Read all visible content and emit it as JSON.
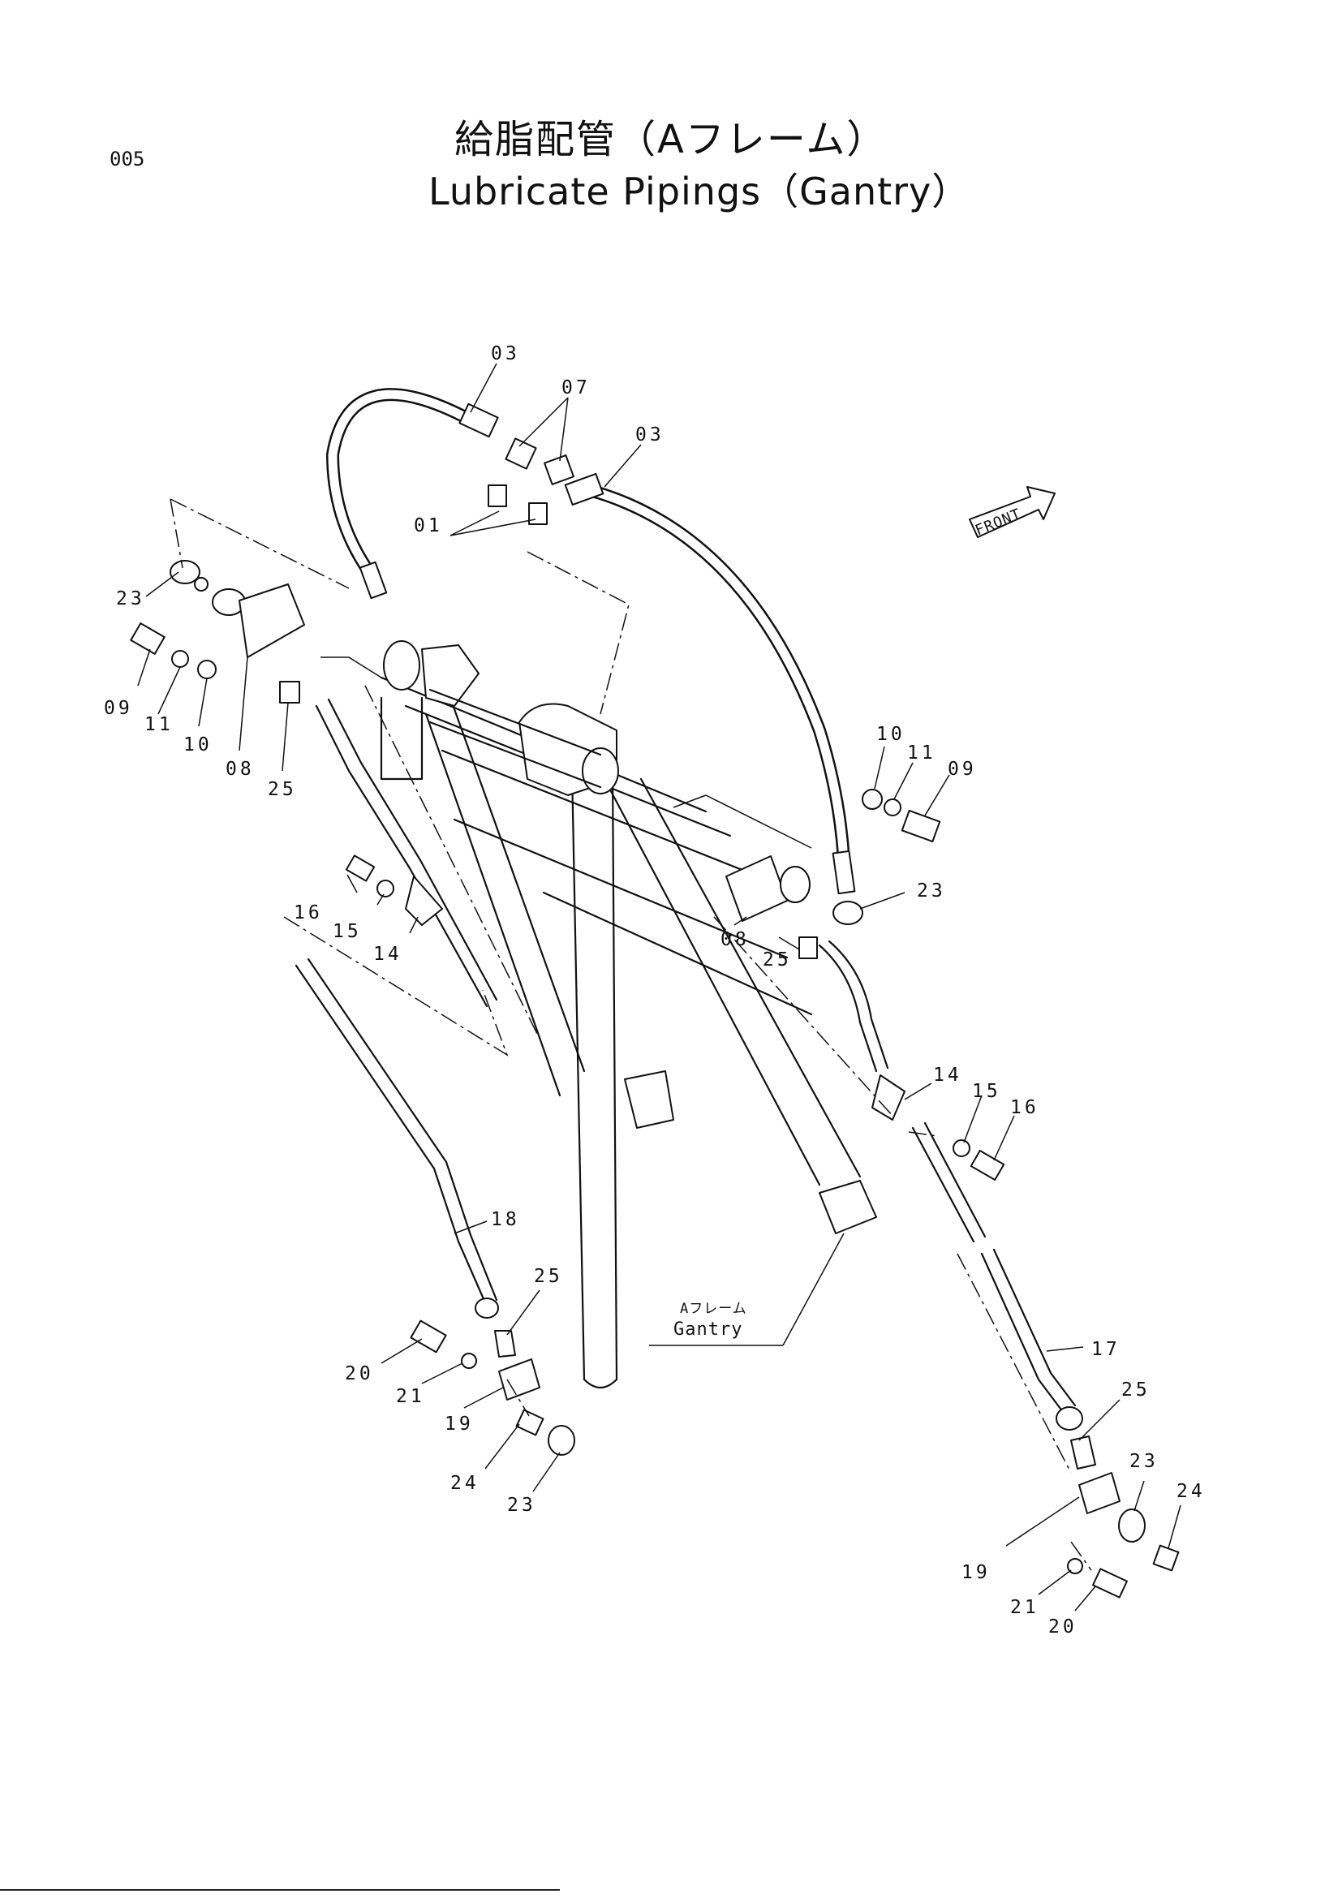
{
  "page_number": "005",
  "title_jp": "給脂配管（Aフレーム）",
  "title_en": "Lubricate  Pipings（Gantry）",
  "front_label": "FRONT",
  "gantry_label_jp": "Aフレーム",
  "gantry_label_en": "Gantry",
  "callouts": {
    "c03a": "03",
    "c07": "07",
    "c03b": "03",
    "c01": "01",
    "c23a": "23",
    "c09a": "09",
    "c11a": "11",
    "c10a": "10",
    "c08a": "08",
    "c25a": "25",
    "c10b": "10",
    "c11b": "11",
    "c09b": "09",
    "c23b": "23",
    "c08b": "08",
    "c25b": "25",
    "c16a": "16",
    "c15a": "15",
    "c14a": "14",
    "c14b": "14",
    "c15b": "15",
    "c16b": "16",
    "c18": "18",
    "c25c": "25",
    "c20a": "20",
    "c21a": "21",
    "c19a": "19",
    "c24a": "24",
    "c23c": "23",
    "c17": "17",
    "c25d": "25",
    "c23d": "23",
    "c24b": "24",
    "c19b": "19",
    "c21b": "21",
    "c20b": "20"
  },
  "icons": [
    "front-arrow-icon"
  ]
}
